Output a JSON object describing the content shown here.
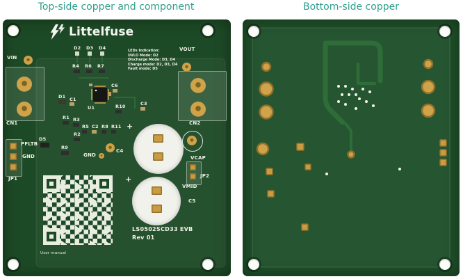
{
  "captions": {
    "left": "Top-side copper and component",
    "right": "Bottom-side copper"
  },
  "colors": {
    "caption_teal": "#2f9e8c",
    "board_green": "#1d4a26",
    "copper_gold": "#c99c42",
    "silkscreen_white": "#eef2e6"
  },
  "left_board": {
    "logo_text": "Littelfuse",
    "title": "LS0502SCD33 EVB",
    "rev": "Rev 01",
    "user_manual": "User manual",
    "plus": "+",
    "led_note": [
      "LEDs Indication:",
      "UVLO Mode: D2",
      "Discharge Mode: D3, D4",
      "Charge mode: D2, D3, D4",
      "Fault mode: D5"
    ],
    "labels": {
      "vin": "VIN",
      "vout": "VOUT",
      "cn1": "CN1",
      "cn2": "CN2",
      "pfltb": "PFLTB",
      "gnd_left": "GND",
      "jp1": "JP1",
      "gnd_center": "GND",
      "c4": "C4",
      "vcap": "VCAP",
      "jp2": "JP2",
      "vmid": "VMID",
      "c5": "C5"
    },
    "refdes": {
      "d1": "D1",
      "d2": "D2",
      "d3": "D3",
      "d4": "D4",
      "d5": "D5",
      "r1": "R1",
      "r2": "R2",
      "r3": "R3",
      "r4": "R4",
      "r5": "R5",
      "r6": "R6",
      "r7": "R7",
      "r8": "R8",
      "r9": "R9",
      "r10": "R10",
      "r11": "R11",
      "c1": "C1",
      "c2": "C2",
      "c3": "C3",
      "c6": "C6",
      "u1": "U1"
    }
  }
}
